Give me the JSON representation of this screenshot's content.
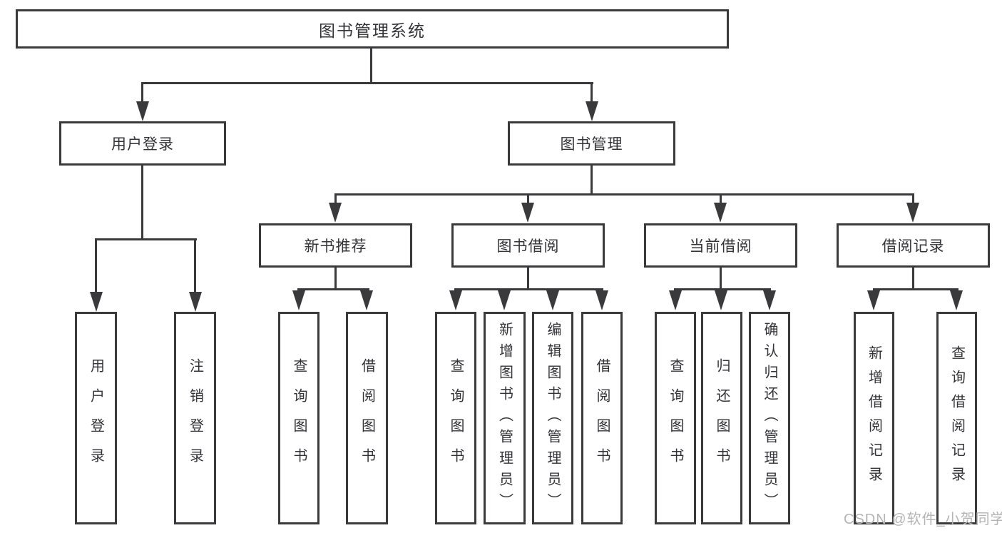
{
  "diagram_type": "hierarchy-tree",
  "tree": {
    "label": "图书管理系统",
    "children": [
      {
        "label": "用户登录",
        "children": [
          {
            "label": "用户登录"
          },
          {
            "label": "注销登录"
          }
        ]
      },
      {
        "label": "图书管理",
        "children": [
          {
            "label": "新书推荐",
            "children": [
              {
                "label": "查询图书"
              },
              {
                "label": "借阅图书"
              }
            ]
          },
          {
            "label": "图书借阅",
            "children": [
              {
                "label": "查询图书"
              },
              {
                "label": "新增图书（管理员）"
              },
              {
                "label": "编辑图书（管理员）"
              },
              {
                "label": "借阅图书"
              }
            ]
          },
          {
            "label": "当前借阅",
            "children": [
              {
                "label": "查询图书"
              },
              {
                "label": "归还图书"
              },
              {
                "label": "确认归还（管理员）"
              }
            ]
          },
          {
            "label": "借阅记录",
            "children": [
              {
                "label": "新增借阅记录"
              },
              {
                "label": "查询借阅记录"
              }
            ]
          }
        ]
      }
    ]
  },
  "watermark": {
    "text": "CSDN @软件_小贺同学"
  },
  "colors": {
    "line": "#3a3a3c",
    "box_background": "#ffffff",
    "text": "#333338",
    "watermark": "#b4b4b4"
  }
}
